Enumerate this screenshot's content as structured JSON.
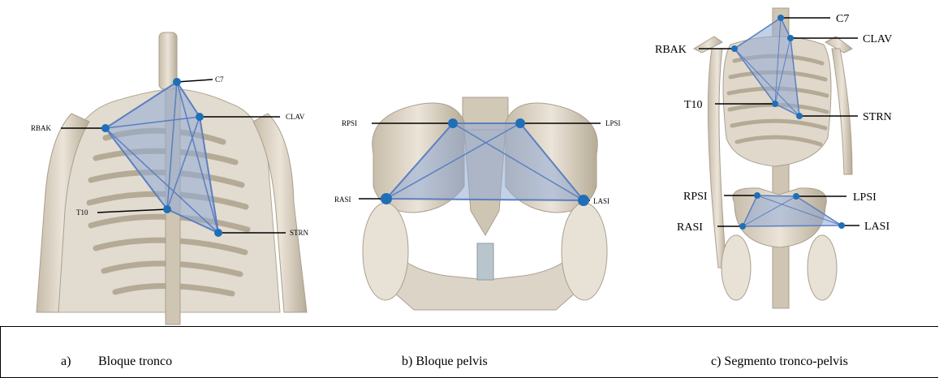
{
  "panels": [
    {
      "markers": [
        "C7",
        "CLAV",
        "RBAK",
        "T10",
        "STRN"
      ]
    },
    {
      "markers": [
        "RPSI",
        "LPSI",
        "RASI",
        "LASI"
      ]
    },
    {
      "markers": [
        "C7",
        "RBAK",
        "CLAV",
        "T10",
        "STRN",
        "RPSI",
        "LPSI",
        "RASI",
        "LASI"
      ]
    }
  ],
  "captions": {
    "a_letter": "a)",
    "a_text": "Bloque tronco",
    "b": "b) Bloque pelvis",
    "c": "c) Segmento tronco-pelvis"
  },
  "colors": {
    "marker": "#1f6fb8",
    "segment_fill": "#8fa9d6",
    "segment_edge": "#5b7fc0",
    "bone": "#d9d0c1",
    "bone_shadow": "#a99f8f"
  }
}
